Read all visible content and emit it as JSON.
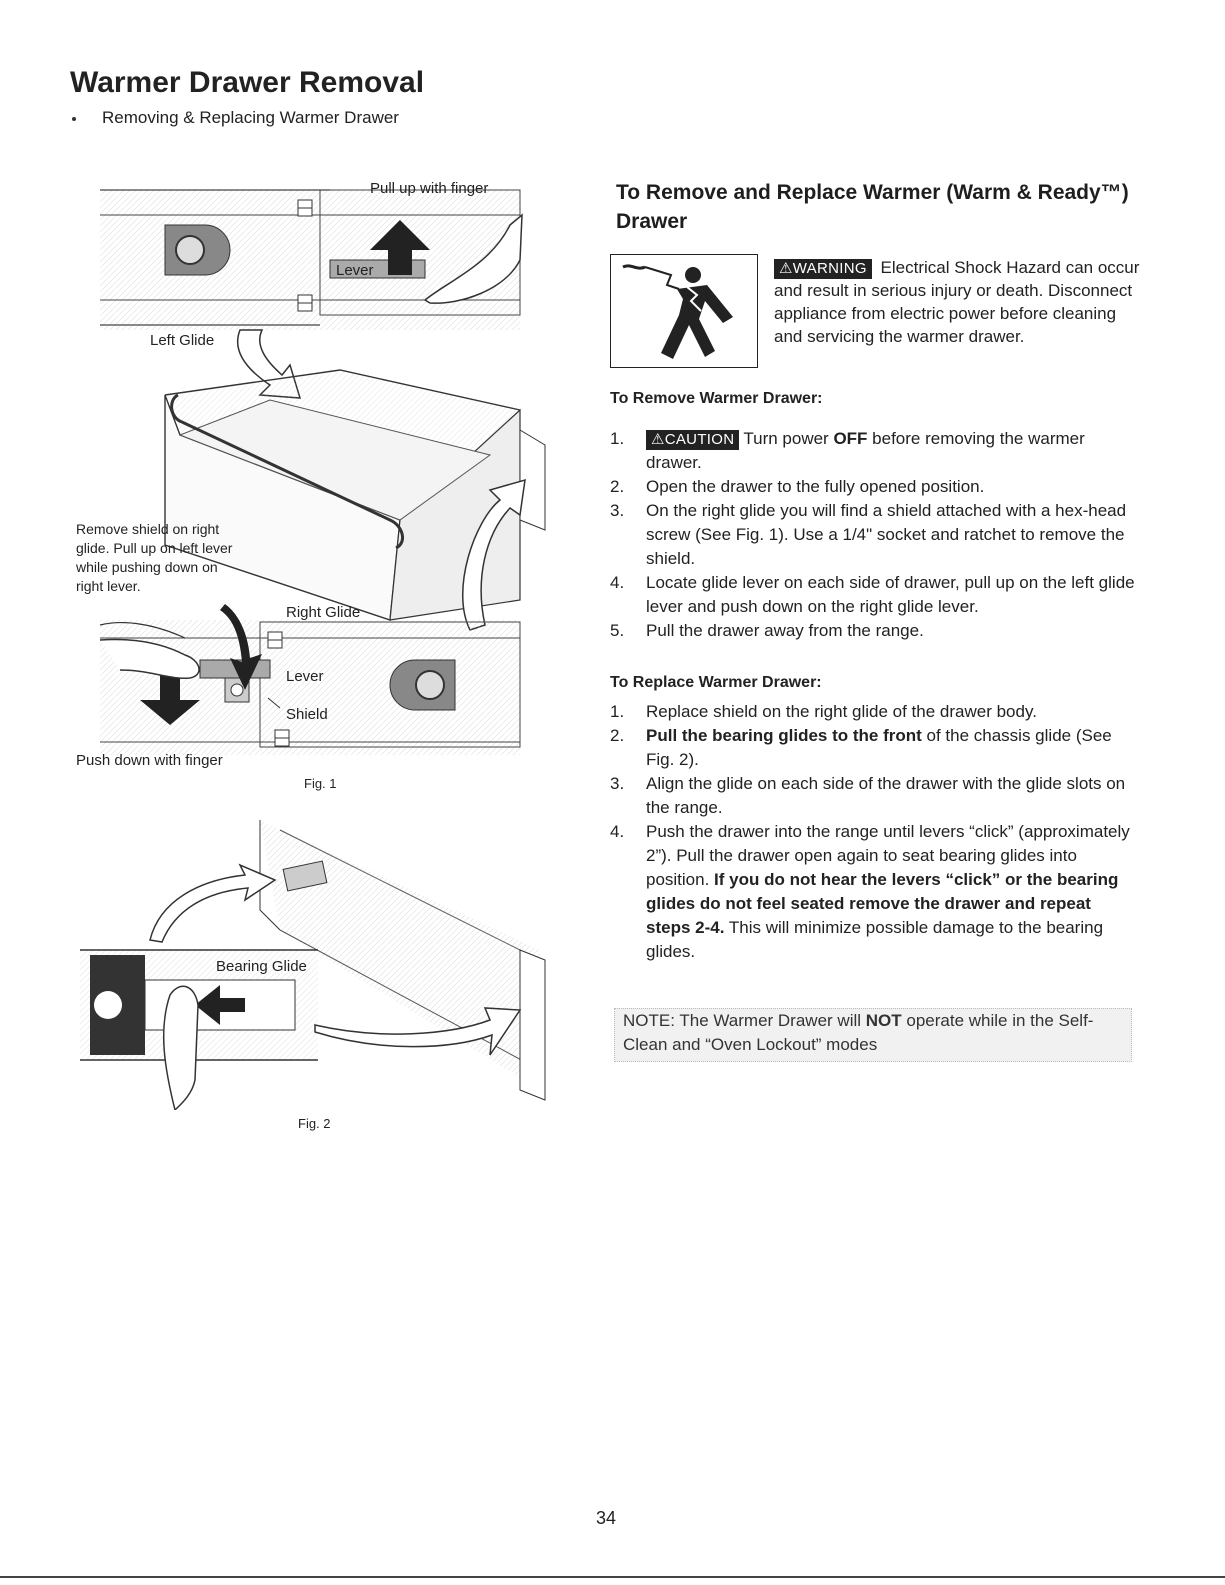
{
  "header": {
    "title": "Warmer Drawer Removal",
    "subtitle": "Removing & Replacing Warmer Drawer"
  },
  "fig1": {
    "pull_up": "Pull up with finger",
    "lever_top": "Lever",
    "left_glide": "Left Glide",
    "instruction_lines": [
      "Remove shield on right",
      "glide.  Pull up on left lever",
      "while pushing down on",
      "right lever."
    ],
    "right_glide": "Right Glide",
    "lever_bottom": "Lever",
    "shield": "Shield",
    "push_down": "Push down with finger",
    "caption": "Fig. 1"
  },
  "fig2": {
    "bearing_glide": "Bearing Glide",
    "caption": "Fig. 2"
  },
  "section": {
    "heading": "To Remove and Replace Warmer (Warm & Ready™) Drawer",
    "warning_badge": "WARNING",
    "warning_text": "Electrical Shock Hazard can occur and result in serious injury or death. Disconnect appliance from electric power before cleaning and servicing the warmer drawer.",
    "remove_heading": "To Remove Warmer Drawer:",
    "caution_badge": "CAUTION",
    "remove_steps": [
      {
        "n": "1.",
        "pre": "Turn power ",
        "bold": "OFF",
        "post": " before removing the warmer drawer."
      },
      {
        "n": "2.",
        "text": "Open the drawer to the fully opened position."
      },
      {
        "n": "3.",
        "text": "On the right glide you will find a shield attached with a hex-head screw (See Fig. 1). Use a 1/4\" socket and ratchet to remove the shield."
      },
      {
        "n": "4.",
        "text": "Locate glide lever on each side of drawer, pull up on the left glide lever and push down on the right glide lever."
      },
      {
        "n": "5.",
        "text": "Pull the drawer away from the range."
      }
    ],
    "replace_heading": "To Replace Warmer Drawer:",
    "replace_steps": [
      {
        "n": "1.",
        "text": "Replace shield on the right glide of the drawer body."
      },
      {
        "n": "2.",
        "bold": "Pull the bearing glides to the front",
        "post": " of the chassis glide (See Fig. 2)."
      },
      {
        "n": "3.",
        "text": "Align the glide on each side of the drawer with the glide slots on the range."
      },
      {
        "n": "4.",
        "pre": "Push the drawer into the range until levers “click” (approximately 2”). Pull the drawer open again to seat bearing glides into position. ",
        "bold": "If you do not hear the levers “click” or the bearing glides do not feel seated remove the drawer and repeat steps 2-4.",
        "post": " This will minimize possible damage to the bearing glides."
      }
    ],
    "note_pre": "NOTE: The Warmer Drawer will ",
    "note_bold": "NOT",
    "note_post": " operate while in the Self-Clean and “Oven Lockout” modes"
  },
  "footer": {
    "page": "34"
  }
}
